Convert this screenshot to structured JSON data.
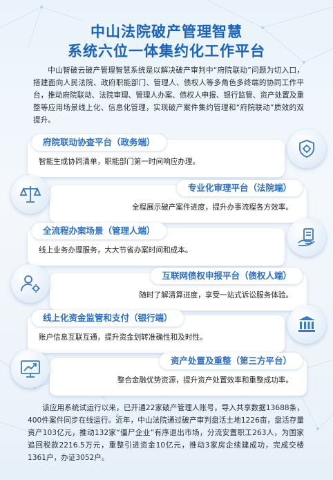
{
  "title": {
    "line1": "中山法院破产管理智慧",
    "line2": "系统六位一体集约化工作平台"
  },
  "intro": "中山智破云破产管理智慧系统是以解决破产审判中“府院联动”问题为切入口，搭建面向人民法院、政府职能部门、管理人、债权人等多角色多终端的协同工作平台，推动府院联动、法院审理、管理人办案、债权人申报、银行监管、资产处置及重整等应用场景线上化、信息化管理，实现破产案件集约管理和“府院联动”质效的双提升。",
  "cards": [
    {
      "title": "府院联动协查平台（政务端）",
      "desc": "智能生成协同清单，职能部门第一时间响应办理。",
      "icon": "shield-gear-icon"
    },
    {
      "title": "专业化审理平台（法院端）",
      "desc": "全程展示破产案件进度，提升办事流程各方效率。",
      "icon": "scales-icon"
    },
    {
      "title": "全流程办案场景（管理人端）",
      "desc": "线上业务办理服务，大大节省办案时间和成本。",
      "icon": "hand-document-icon"
    },
    {
      "title": "互联网债权申报平台（债权人端）",
      "desc": "随时了解清算进度，享受一站式诉讼服务体验。",
      "icon": "user-gear-icon"
    },
    {
      "title": "线上化资金监管和支付（银行端）",
      "desc": "账户信息互联互通，提升资金划转准确性和及时性。",
      "icon": "bank-icon"
    },
    {
      "title": "资产处置及重整（第三方平台）",
      "desc": "整合金融优势资源，提升资产处置效率和重整成功率。",
      "icon": "growth-chart-icon"
    }
  ],
  "outro": "该应用系统试运行以来，已开通22家破产管理人账号，导入共享数据13688条，400件案件同步在线运行。近年，中山法院通过破产审判盘活土地1226亩，盘活存量资产103亿元，推动132家“僵尸企业”有序退出市场，分流安置职工263人，为国家追回税款2216.5万元，重整引进资金10亿元，推动3家房企续建成功，完成交楼1361户，办证3052户。",
  "colors": {
    "title": "#1a63b8",
    "accent": "#2d6fc1",
    "icon": "#3a78c2"
  }
}
